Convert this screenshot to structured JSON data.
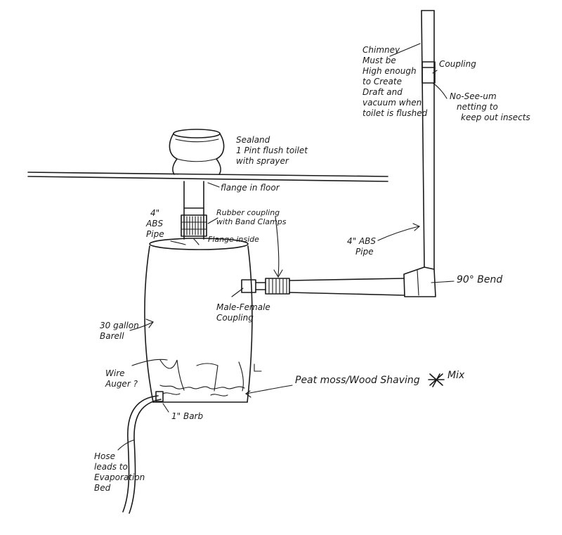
{
  "labels": {
    "chimney": [
      "Chimney",
      "Must be",
      "High enough",
      "to Create",
      "Draft and",
      "vacuum when",
      "toilet is flushed"
    ],
    "coupling_top": "Coupling",
    "netting": [
      "No-See-um",
      "netting to",
      "keep out insects"
    ],
    "toilet": [
      "Sealand",
      "1 Pint flush toilet",
      "with sprayer"
    ],
    "flange_floor": "flange in floor",
    "abs_pipe_left": [
      "4\"",
      "ABS",
      "Pipe"
    ],
    "rubber_coupling": [
      "Rubber coupling",
      "with Band Clamps"
    ],
    "flange_inside": "Flange inside",
    "abs_pipe_right": [
      "4\" ABS",
      "Pipe"
    ],
    "bend": "90° Bend",
    "male_female": [
      "Male-Female",
      "Coupling"
    ],
    "barrel": [
      "30 gallon",
      "Barell"
    ],
    "wire_auger": [
      "Wire",
      "Auger ?"
    ],
    "peat": "Peat moss/Wood Shaving",
    "mix": "Mix",
    "barb": "1\" Barb",
    "hose": [
      "Hose",
      "leads to",
      "Evaporation",
      "Bed"
    ]
  }
}
